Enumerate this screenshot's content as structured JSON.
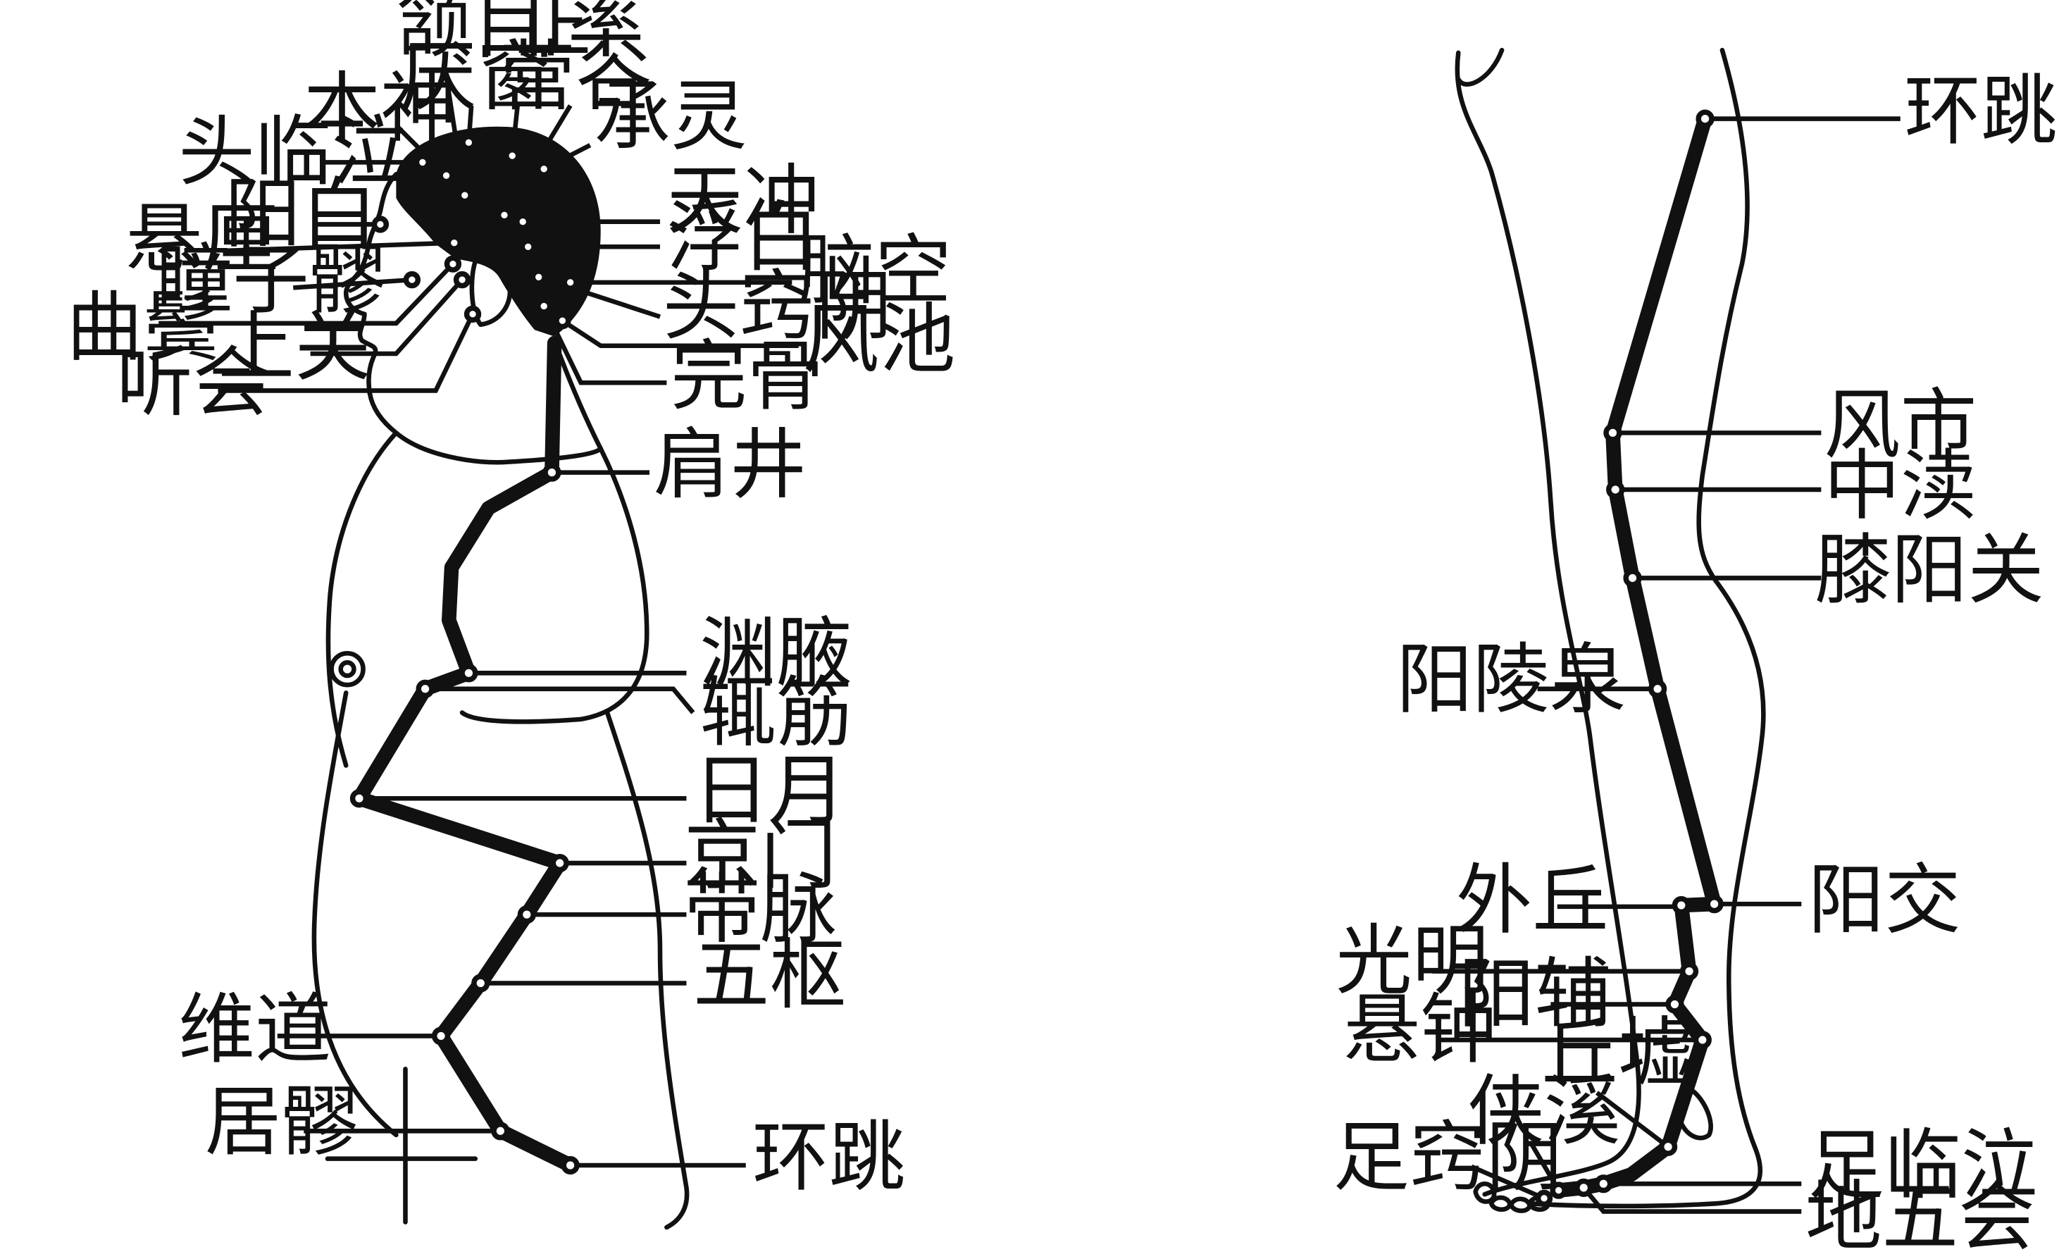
{
  "head_labels": {
    "hanyan": "颔目",
    "zhengying": "正",
    "shuaigu": "率",
    "yanchuang": "厌窗",
    "yinggu": "营谷",
    "benshen": "本神",
    "chengling": "承灵",
    "toulinqi": "头临泣",
    "yangbai": "阳白",
    "tianchong": "天冲",
    "xuanli": "悬厘",
    "fubai": "浮白",
    "tongziliao": "瞳子髎",
    "naokong": "脑空",
    "qubin": "曲鬓",
    "touqiaoyin": "头窍阴",
    "shangguan": "上关",
    "fengchi": "风池",
    "tinghui": "听会",
    "wangu": "完骨"
  },
  "trunk_labels": {
    "jianjing": "肩井",
    "yuanye": "渊腋",
    "zhejin": "辄筋",
    "riyue": "日月",
    "jingmen": "京门",
    "daimai": "带脉",
    "wushu": "五枢",
    "weidao": "维道",
    "juliao": "居髎",
    "huantiao": "环跳"
  },
  "leg_labels": {
    "huantiao": "环跳",
    "fengshi": "风市",
    "zhongdu": "中渎",
    "xiyangguan": "膝阳关",
    "yanglingquan": "阳陵泉",
    "waiqiu": "外丘",
    "yangjiao": "阳交",
    "guangming": "光明",
    "yangfu": "阳辅",
    "xuanzhong": "悬钟",
    "qiuxu": "丘墟",
    "xiaxi": "侠溪",
    "zuqiaoyin": "足窍阴",
    "zulinqi": "足临泣",
    "diwuhui": "地五会"
  },
  "colors": {
    "ink": "#111111",
    "background": "#ffffff"
  }
}
